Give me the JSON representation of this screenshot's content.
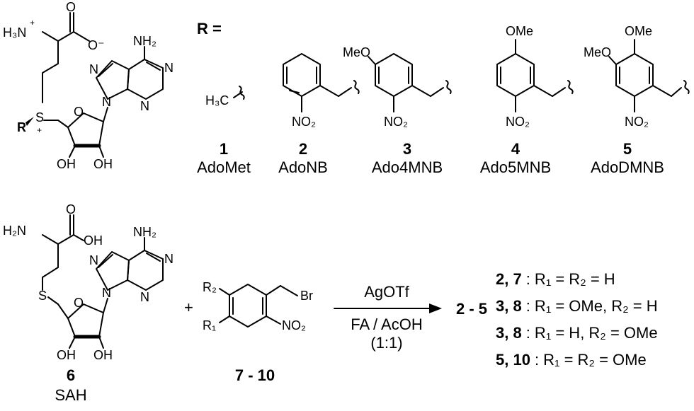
{
  "top": {
    "r_header": "R =",
    "compounds": [
      {
        "number": "1",
        "name": "AdoMet"
      },
      {
        "number": "2",
        "name": "AdoNB"
      },
      {
        "number": "3",
        "name": "Ado4MNB"
      },
      {
        "number": "4",
        "name": "Ado5MNB"
      },
      {
        "number": "5",
        "name": "AdoDMNB"
      }
    ],
    "labels": {
      "h3n": "H₃N",
      "plus": "+",
      "o": "O",
      "o_minus": "O⁻",
      "nh2": "NH₂",
      "n": "N",
      "s": "S",
      "r": "R",
      "oh": "OH",
      "h3c": "H₃C",
      "no2": "NO₂",
      "ome": "OMe",
      "meo": "MeO"
    }
  },
  "bottom": {
    "sah_number": "6",
    "sah_name": "SAH",
    "reagent_range": "7 - 10",
    "plus_sign": "+",
    "labels": {
      "h2n": "H₂N",
      "oh": "OH",
      "o": "O",
      "s": "S",
      "nh2": "NH₂",
      "n": "N",
      "r1": "R₁",
      "r2": "R₂",
      "br": "Br",
      "no2": "NO₂"
    },
    "conditions": {
      "above": "AgOTf",
      "below": "FA / AcOH",
      "ratio": "(1:1)"
    },
    "product_range": "2 - 5",
    "results": [
      {
        "ids": "2, 7",
        "text": ": R₁ = R₂ = H"
      },
      {
        "ids": "3, 8",
        "text": ": R₁ = OMe, R₂ = H"
      },
      {
        "ids": "3, 8",
        "text": ": R₁ = H, R₂ = OMe"
      },
      {
        "ids": "5, 10",
        "text": ": R₁ = R₂ = OMe"
      }
    ]
  }
}
